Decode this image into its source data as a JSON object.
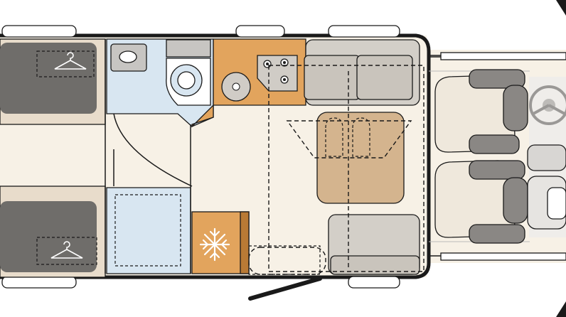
{
  "plan": {
    "type": "motorhome-floor-plan",
    "view": "top-down",
    "colors": {
      "floor": "#f7f1e6",
      "bed_cushion": "#6f6d6a",
      "bed_frame": "#e8dccb",
      "bathroom": "#d8e6f1",
      "kitchen": "#e2a45d",
      "seat": "#d3cfc8",
      "seat_dark": "#8a8784",
      "table": "#d4b48e",
      "cab_gray": "#bdbbb8"
    },
    "areas": [
      "rear-bed-upper",
      "rear-bed-lower",
      "washroom",
      "shower",
      "kitchen-counter",
      "fridge",
      "dinette-bench-upper",
      "dinette-bench-lower",
      "dinette-table",
      "driver-seat",
      "passenger-seat",
      "entry-door"
    ],
    "icons": [
      "hanger-icon",
      "hanger-icon",
      "snowflake-icon",
      "sink-icon",
      "toilet-icon",
      "hob-icon",
      "steering-wheel-icon"
    ]
  }
}
